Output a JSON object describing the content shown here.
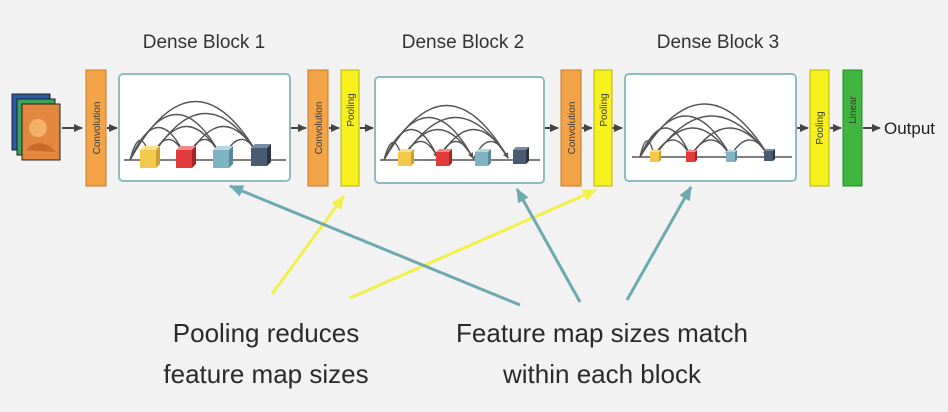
{
  "blocks": [
    {
      "title": "Dense Block 1"
    },
    {
      "title": "Dense Block 2"
    },
    {
      "title": "Dense Block 3"
    }
  ],
  "layers": {
    "convolution": "Convolution",
    "pooling": "Pooling",
    "linear": "Linear"
  },
  "output_label": "Output",
  "captions": {
    "pooling_line1": "Pooling reduces",
    "pooling_line2": "feature map sizes",
    "feature_line1": "Feature map sizes match",
    "feature_line2": "within each block"
  },
  "colors": {
    "convolution": "#f4a448",
    "pooling": "#f5f01e",
    "linear": "#3fb73f",
    "dense_border": "#8fbcc0",
    "yellow_arrow": "#f2ee4a",
    "teal_arrow": "#6fa9b0",
    "feature_maps": [
      "#f2c94c",
      "#e23b3b",
      "#7fb3c2",
      "#4a5a70"
    ]
  }
}
